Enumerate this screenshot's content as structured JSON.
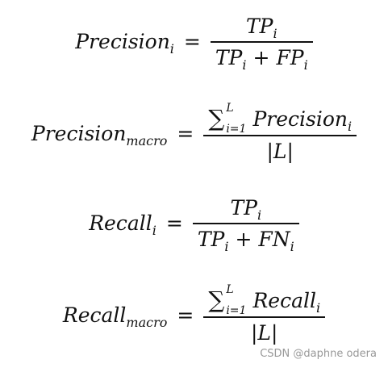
{
  "formulas": {
    "precision_i": {
      "lhs": "Precision",
      "lhs_sub": "i",
      "equals": "=",
      "numerator": "TP",
      "numerator_sub": "i",
      "den_term1": "TP",
      "den_term1_sub": "i",
      "plus": "+",
      "den_term2": "FP",
      "den_term2_sub": "i"
    },
    "precision_macro": {
      "lhs": "Precision",
      "lhs_sub": "macro",
      "equals": "=",
      "sigma": "∑",
      "sigma_upper": "L",
      "sigma_lower": "i=1",
      "term": "Precision",
      "term_sub": "i",
      "denominator": "|L|"
    },
    "recall_i": {
      "lhs": "Recall",
      "lhs_sub": "i",
      "equals": "=",
      "numerator": "TP",
      "numerator_sub": "i",
      "den_term1": "TP",
      "den_term1_sub": "i",
      "plus": "+",
      "den_term2": "FN",
      "den_term2_sub": "i"
    },
    "recall_macro": {
      "lhs": "Recall",
      "lhs_sub": "macro",
      "equals": "=",
      "sigma": "∑",
      "sigma_upper": "L",
      "sigma_lower": "i=1",
      "term": "Recall",
      "term_sub": "i",
      "denominator": "|L|"
    }
  },
  "watermark": "CSDN @daphne odera"
}
